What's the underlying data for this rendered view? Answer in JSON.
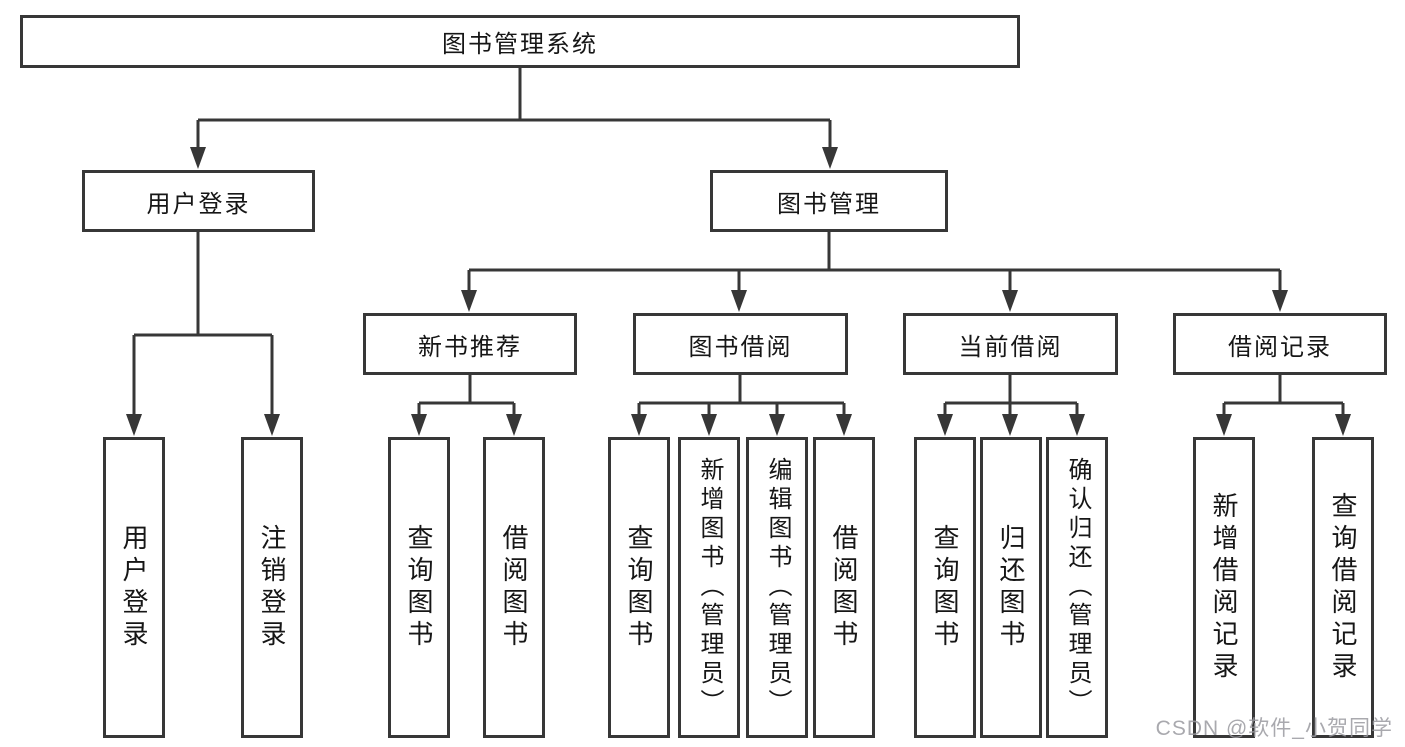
{
  "tree": {
    "root": "图书管理系统",
    "login": {
      "label": "用户登录",
      "children": [
        "用户登录",
        "注销登录"
      ]
    },
    "management": {
      "label": "图书管理",
      "categories": [
        {
          "label": "新书推荐",
          "children": [
            "查询图书",
            "借阅图书"
          ]
        },
        {
          "label": "图书借阅",
          "children": [
            "查询图书",
            "新增图书（管理员）",
            "编辑图书（管理员）",
            "借阅图书"
          ]
        },
        {
          "label": "当前借阅",
          "children": [
            "查询图书",
            "归还图书",
            "确认归还（管理员）"
          ]
        },
        {
          "label": "借阅记录",
          "children": [
            "新增借阅记录",
            "查询借阅记录"
          ]
        }
      ]
    }
  },
  "watermark": "CSDN @软件_小贺同学",
  "colors": {
    "line": "#373737",
    "text": "#161616",
    "watermark": "#9a9aa0",
    "background": "#ffffff"
  }
}
